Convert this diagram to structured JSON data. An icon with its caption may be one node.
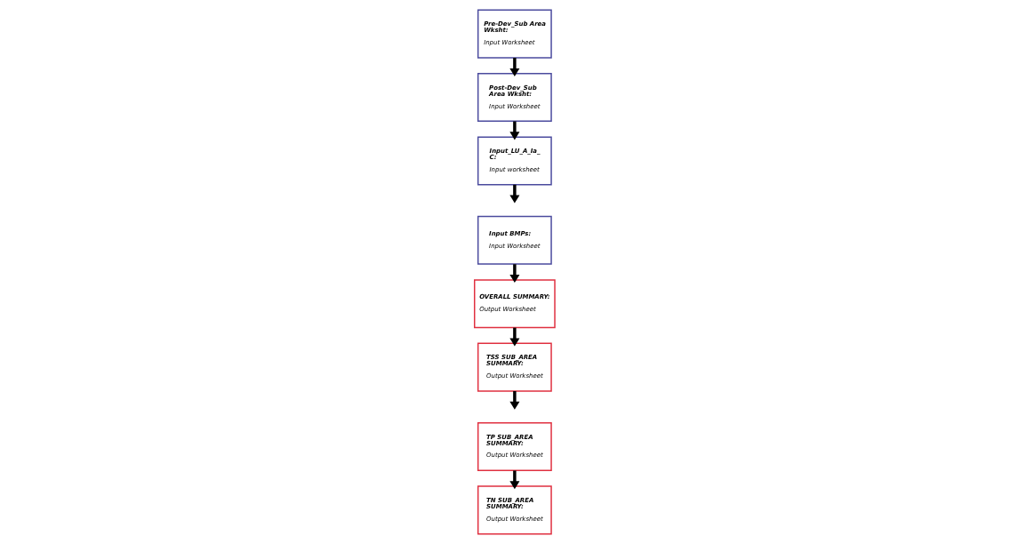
{
  "diagram": {
    "nodes": [
      {
        "text": [
          "Pre-Dev_Sub Area Wksht:",
          "Input Worksheet"
        ]
      },
      {
        "text": [
          "Post-Dev_Sub Area Wksht:",
          "Input Worksheet"
        ]
      },
      {
        "text": [
          "Input_LU_A_Ia_ C:",
          "Input worksheet"
        ]
      },
      {
        "text": [
          "Input BMPs:",
          "Input Worksheet"
        ]
      },
      {
        "text": [
          "OVERALL SUMMARY:",
          "Output Worksheet"
        ]
      },
      {
        "text": [
          "TSS SUB_AREA SUMMARY:",
          "Output Worksheet"
        ]
      },
      {
        "text": [
          "TP SUB_AREA SUMMARY:",
          "Output Worksheet"
        ]
      },
      {
        "text": [
          "TN SUB_AREA SUMMARY:",
          "Output Worksheet"
        ]
      }
    ],
    "edges": [
      {
        "from": 0,
        "to": 1,
        "arrow": "to"
      },
      {
        "from": 1,
        "to": 2,
        "arrow": "to"
      },
      {
        "from": 2,
        "to": null,
        "arrow": "to"
      },
      {
        "from": 3,
        "to": 4,
        "arrow": "to"
      },
      {
        "from": 4,
        "to": 5,
        "arrow": "to"
      },
      {
        "from": 5,
        "to": null,
        "arrow": "to"
      },
      {
        "from": 6,
        "to": 7,
        "arrow": "to"
      }
    ]
  }
}
